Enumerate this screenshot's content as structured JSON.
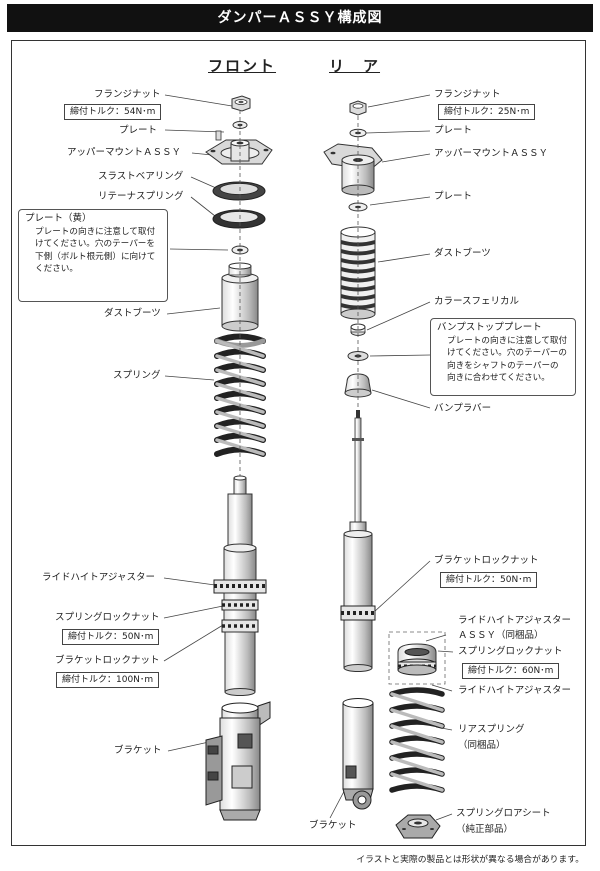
{
  "title": "ダンパーＡＳＳＹ構成図",
  "headings": {
    "front": "フロント",
    "rear": "リ　ア"
  },
  "front_labels": {
    "flange_nut": "フランジナット",
    "flange_nut_torque": "締付トルク：54N･m",
    "plate": "プレート",
    "upper_mount": "アッパーマウントＡＳＳＹ",
    "thrust_bearing": "スラストベアリング",
    "retainer_spring": "リテーナスプリング",
    "dust_boots": "ダストブーツ",
    "spring": "スプリング",
    "ride_height_adjuster": "ライドハイトアジャスター",
    "spring_lock_nut": "スプリングロックナット",
    "spring_lock_nut_torque": "締付トルク：50N･m",
    "bracket_lock_nut": "ブラケットロックナット",
    "bracket_lock_nut_torque": "締付トルク：100N･m",
    "bracket": "ブラケット"
  },
  "front_note": {
    "title": "プレート（黄）",
    "lines": [
      "プレートの向きに注意して取付",
      "けてください。穴のテーパーを",
      "下側（ボルト根元側）に向けて",
      "ください。"
    ]
  },
  "rear_labels": {
    "flange_nut": "フランジナット",
    "flange_nut_torque": "締付トルク：25N･m",
    "plate": "プレート",
    "upper_mount": "アッパーマウントＡＳＳＹ",
    "plate2": "プレート",
    "dust_boots": "ダストブーツ",
    "collar_spherical": "カラースフェリカル",
    "bump_rubber": "バンプラバー",
    "bracket_lock_nut": "ブラケットロックナット",
    "bracket_lock_nut_torque": "締付トルク：50N･m",
    "ride_height_adjuster_assy_1": "ライドハイトアジャスター",
    "ride_height_adjuster_assy_2": "ＡＳＳＹ（同梱品）",
    "spring_lock_nut": "スプリングロックナット",
    "spring_lock_nut_torque": "締付トルク：60N･m",
    "ride_height_adjuster": "ライドハイトアジャスター",
    "rear_spring_1": "リアスプリング",
    "rear_spring_2": "（同梱品）",
    "bracket": "ブラケット",
    "spring_lower_seat_1": "スプリングロアシート",
    "spring_lower_seat_2": "（純正部品）"
  },
  "rear_note": {
    "title": "バンプストッププレート",
    "lines": [
      "プレートの向きに注意して取付",
      "けてください。穴のテーパーの",
      "向きをシャフトのテーパーの",
      "向きに合わせてください。"
    ]
  },
  "footer": "イラストと実際の製品とは形状が異なる場合があります。"
}
